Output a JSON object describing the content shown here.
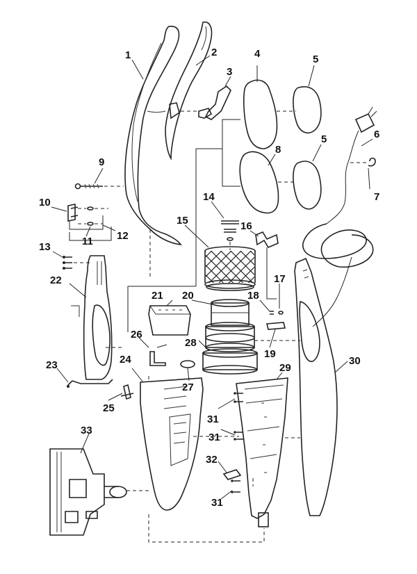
{
  "diagram": {
    "callouts": [
      {
        "id": "1",
        "text": "1"
      },
      {
        "id": "2",
        "text": "2"
      },
      {
        "id": "3",
        "text": "3"
      },
      {
        "id": "4",
        "text": "4"
      },
      {
        "id": "5a",
        "text": "5"
      },
      {
        "id": "5b",
        "text": "5"
      },
      {
        "id": "6",
        "text": "6"
      },
      {
        "id": "7",
        "text": "7"
      },
      {
        "id": "8",
        "text": "8"
      },
      {
        "id": "9",
        "text": "9"
      },
      {
        "id": "10",
        "text": "10"
      },
      {
        "id": "11",
        "text": "11"
      },
      {
        "id": "12",
        "text": "12"
      },
      {
        "id": "13",
        "text": "13"
      },
      {
        "id": "14",
        "text": "14"
      },
      {
        "id": "15",
        "text": "15"
      },
      {
        "id": "16",
        "text": "16"
      },
      {
        "id": "17",
        "text": "17"
      },
      {
        "id": "18",
        "text": "18"
      },
      {
        "id": "19",
        "text": "19"
      },
      {
        "id": "20",
        "text": "20"
      },
      {
        "id": "21",
        "text": "21"
      },
      {
        "id": "22",
        "text": "22"
      },
      {
        "id": "23",
        "text": "23"
      },
      {
        "id": "24",
        "text": "24"
      },
      {
        "id": "25",
        "text": "25"
      },
      {
        "id": "26",
        "text": "26"
      },
      {
        "id": "27",
        "text": "27"
      },
      {
        "id": "28",
        "text": "28"
      },
      {
        "id": "29",
        "text": "29"
      },
      {
        "id": "30",
        "text": "30"
      },
      {
        "id": "31a",
        "text": "31"
      },
      {
        "id": "31b",
        "text": "31"
      },
      {
        "id": "31c",
        "text": "31"
      },
      {
        "id": "32",
        "text": "32"
      },
      {
        "id": "33",
        "text": "33"
      }
    ]
  }
}
